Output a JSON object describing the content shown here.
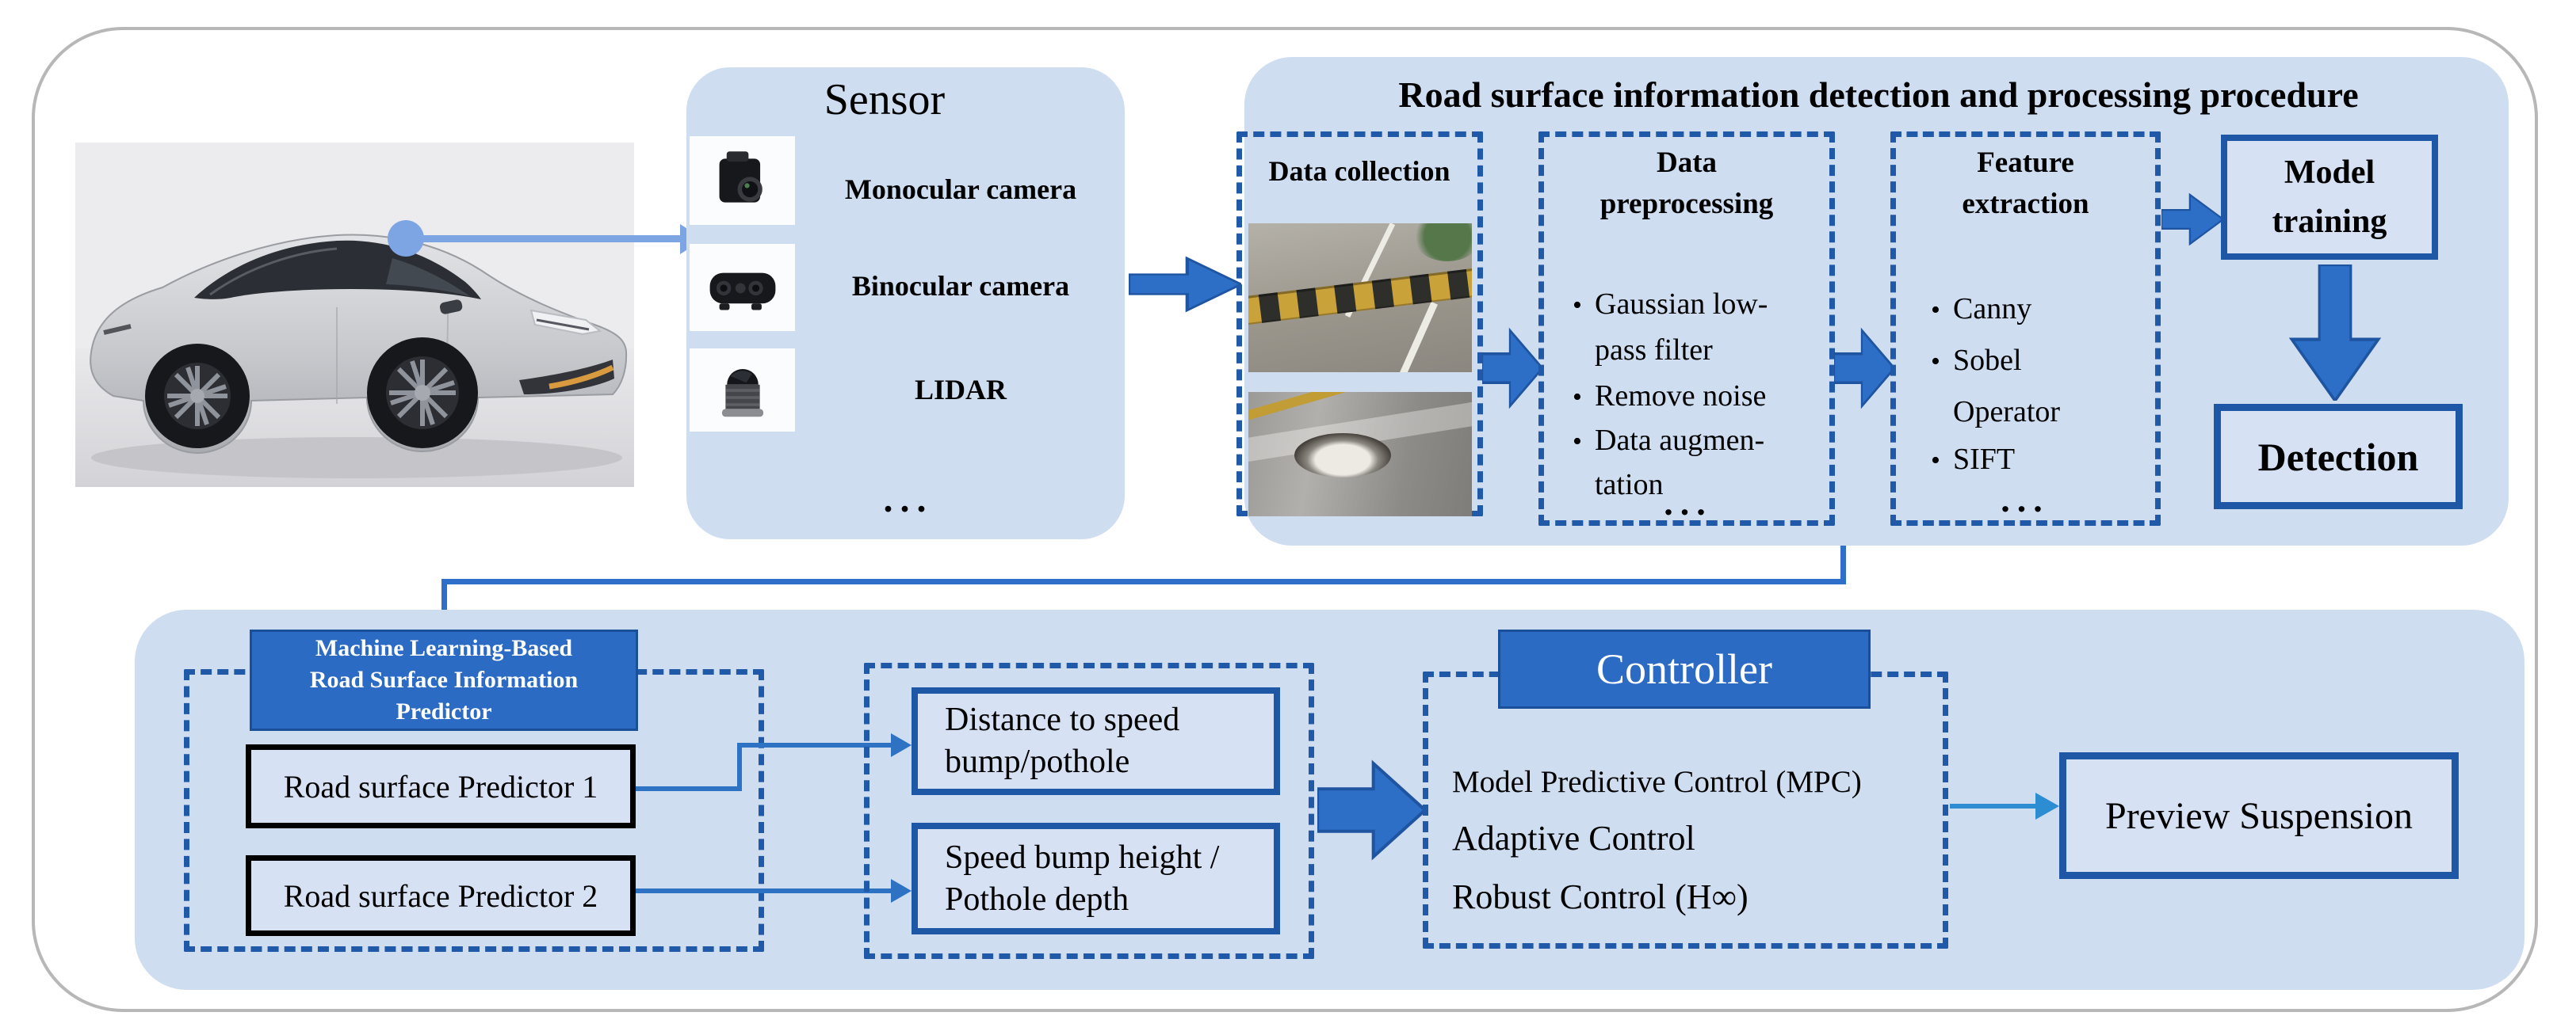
{
  "colors": {
    "panel": "#cfddf1",
    "dashed": "#2059a8",
    "solid_box_border": "#1d57a5",
    "blue_fill": "#2c6bc4",
    "arrow": "#2d6ec7",
    "connector": "#2e6fc9",
    "thin_arrow": "#2e72c4",
    "car_arrow": "#7da5e3",
    "preview_arrow": "#2d8dd2",
    "inner_fill": "#d6e1f3"
  },
  "sensor": {
    "title": "Sensor",
    "items": [
      {
        "label": "Monocular camera",
        "icon": "monocular-camera"
      },
      {
        "label": "Binocular camera",
        "icon": "binocular-camera"
      },
      {
        "label": "LIDAR",
        "icon": "lidar"
      }
    ],
    "more": "..."
  },
  "procedure": {
    "title": "Road surface information detection and processing procedure",
    "collection": {
      "title": "Data collection"
    },
    "preprocessing": {
      "title1": "Data",
      "title2": "preprocessing",
      "items": [
        {
          "bullet": "•",
          "text": "Gaussian low-"
        },
        {
          "bullet": "",
          "text": "pass filter"
        },
        {
          "bullet": "•",
          "text": "Remove noise"
        },
        {
          "bullet": "•",
          "text": "Data augmen-"
        },
        {
          "bullet": "",
          "text": "tation"
        }
      ],
      "more": "..."
    },
    "extraction": {
      "title1": "Feature",
      "title2": "extraction",
      "items": [
        {
          "bullet": "•",
          "text": "Canny"
        },
        {
          "bullet": "•",
          "text": "Sobel"
        },
        {
          "bullet": "",
          "text": "Operator"
        },
        {
          "bullet": "•",
          "text": "SIFT"
        }
      ],
      "more": "..."
    },
    "model_training": {
      "line1": "Model",
      "line2": "training"
    },
    "detection": {
      "label": "Detection"
    }
  },
  "predictor": {
    "header": {
      "line1": "Machine Learning-Based",
      "line2": "Road Surface Information",
      "line3": "Predictor"
    },
    "box1": "Road surface Predictor 1",
    "box2": "Road surface Predictor 2"
  },
  "outputs": {
    "distance": {
      "line1": "Distance to speed",
      "line2": "bump/pothole"
    },
    "height": {
      "line1": "Speed bump height /",
      "line2": "Pothole depth"
    }
  },
  "controller": {
    "title": "Controller",
    "methods": [
      "Model Predictive Control (MPC)",
      "Adaptive Control",
      "Robust Control (H∞)"
    ]
  },
  "preview": {
    "label": "Preview Suspension"
  }
}
